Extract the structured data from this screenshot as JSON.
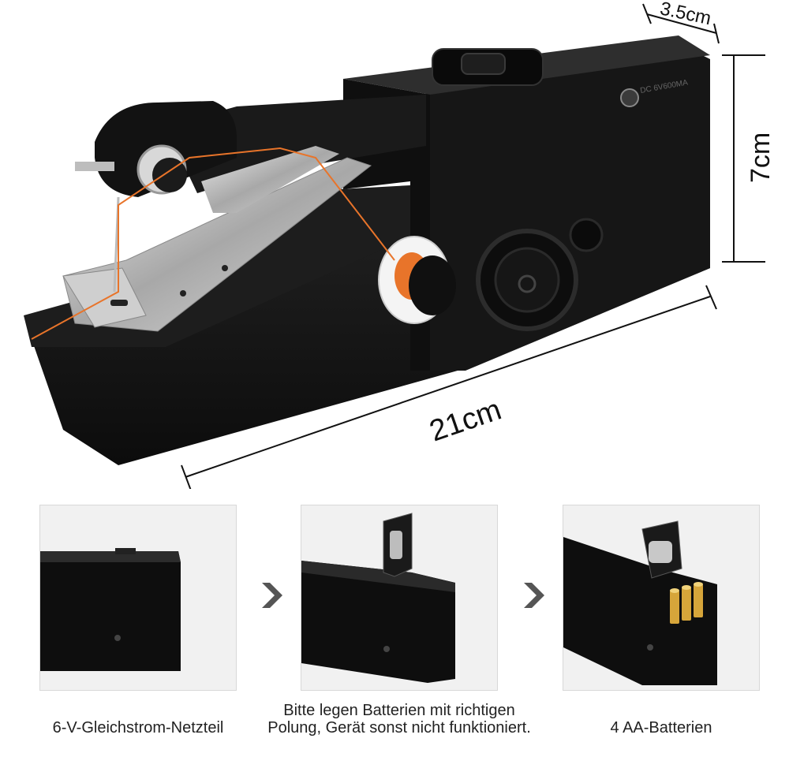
{
  "dimensions": {
    "depth": "3.5cm",
    "height": "7cm",
    "length": "21cm"
  },
  "device": {
    "power_label": "DC 6V600MA"
  },
  "steps": [
    {
      "caption": "6-V-Gleichstrom-Netzteil"
    },
    {
      "caption": "Bitte legen Batterien mit richtigen Polung, Gerät sonst nicht funktioniert."
    },
    {
      "caption": "4 AA-Batterien"
    }
  ],
  "colors": {
    "device_body": "#141414",
    "thread": "#e8742a",
    "metal": "#c9c9c9"
  },
  "icons": [
    "chevron-right-icon",
    "chevron-right-icon"
  ]
}
